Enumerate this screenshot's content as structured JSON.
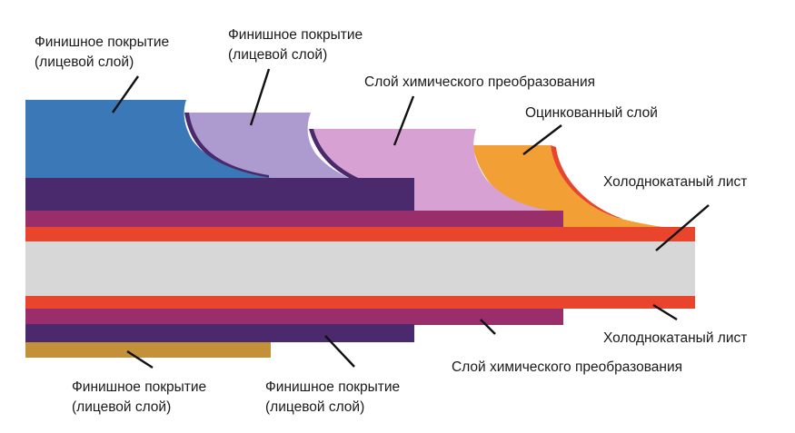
{
  "colors": {
    "blue_topcoat": "#3b78b8",
    "lavender_topcoat": "#ad9bcf",
    "pink_conversion": "#d7a2d3",
    "orange_zinc": "#f2a035",
    "red_layer": "#e8452c",
    "steel_core": "#d7d7d7",
    "dark_purple": "#4a2a6c",
    "magenta_layer": "#9a2e6a",
    "gold_back": "#c2913a",
    "leader_line": "#111111"
  },
  "labels": {
    "top_finish_1": {
      "line1": "Финишное покрытие",
      "line2": "(лицевой слой)"
    },
    "top_finish_2": {
      "line1": "Финишное покрытие",
      "line2": "(лицевой слой)"
    },
    "top_conversion": "Слой химического преобразования",
    "top_zinc": "Оцинкованный слой",
    "top_steel": "Холоднокатаный лист",
    "bottom_steel": "Холоднокатаный лист",
    "bottom_conversion": "Слой химического преобразования",
    "bottom_finish_1": {
      "line1": "Финишное покрытие",
      "line2": "(лицевой слой)"
    },
    "bottom_finish_2": {
      "line1": "Финишное покрытие",
      "line2": "(лицевой слой)"
    }
  }
}
